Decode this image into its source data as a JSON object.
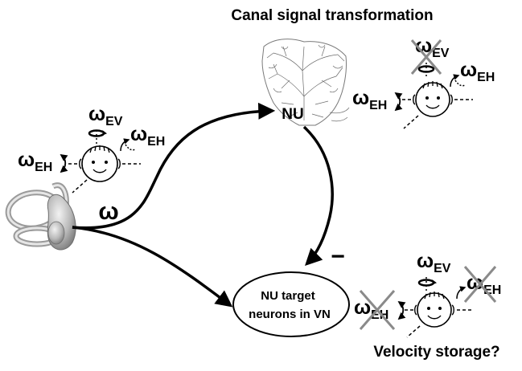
{
  "title": "Canal signal transformation",
  "omega_label": "ω",
  "nu_label": "NU",
  "minus_sign": "−",
  "target_box": {
    "line1": "NU target",
    "line2": "neurons in VN"
  },
  "bottom_label": "Velocity storage?",
  "symbols": {
    "omega": "ω",
    "sub_ev": "EV",
    "sub_eh": "EH"
  },
  "colors": {
    "ink": "#000000",
    "cross": "#8a8a8a",
    "ear": "#b8b8b8",
    "cerebellum": "#6a6a6a"
  },
  "icons": [
    "inner-ear-icon",
    "cerebellum-icon",
    "face-icon",
    "rotation-arrow-icon",
    "cross-out-icon"
  ]
}
